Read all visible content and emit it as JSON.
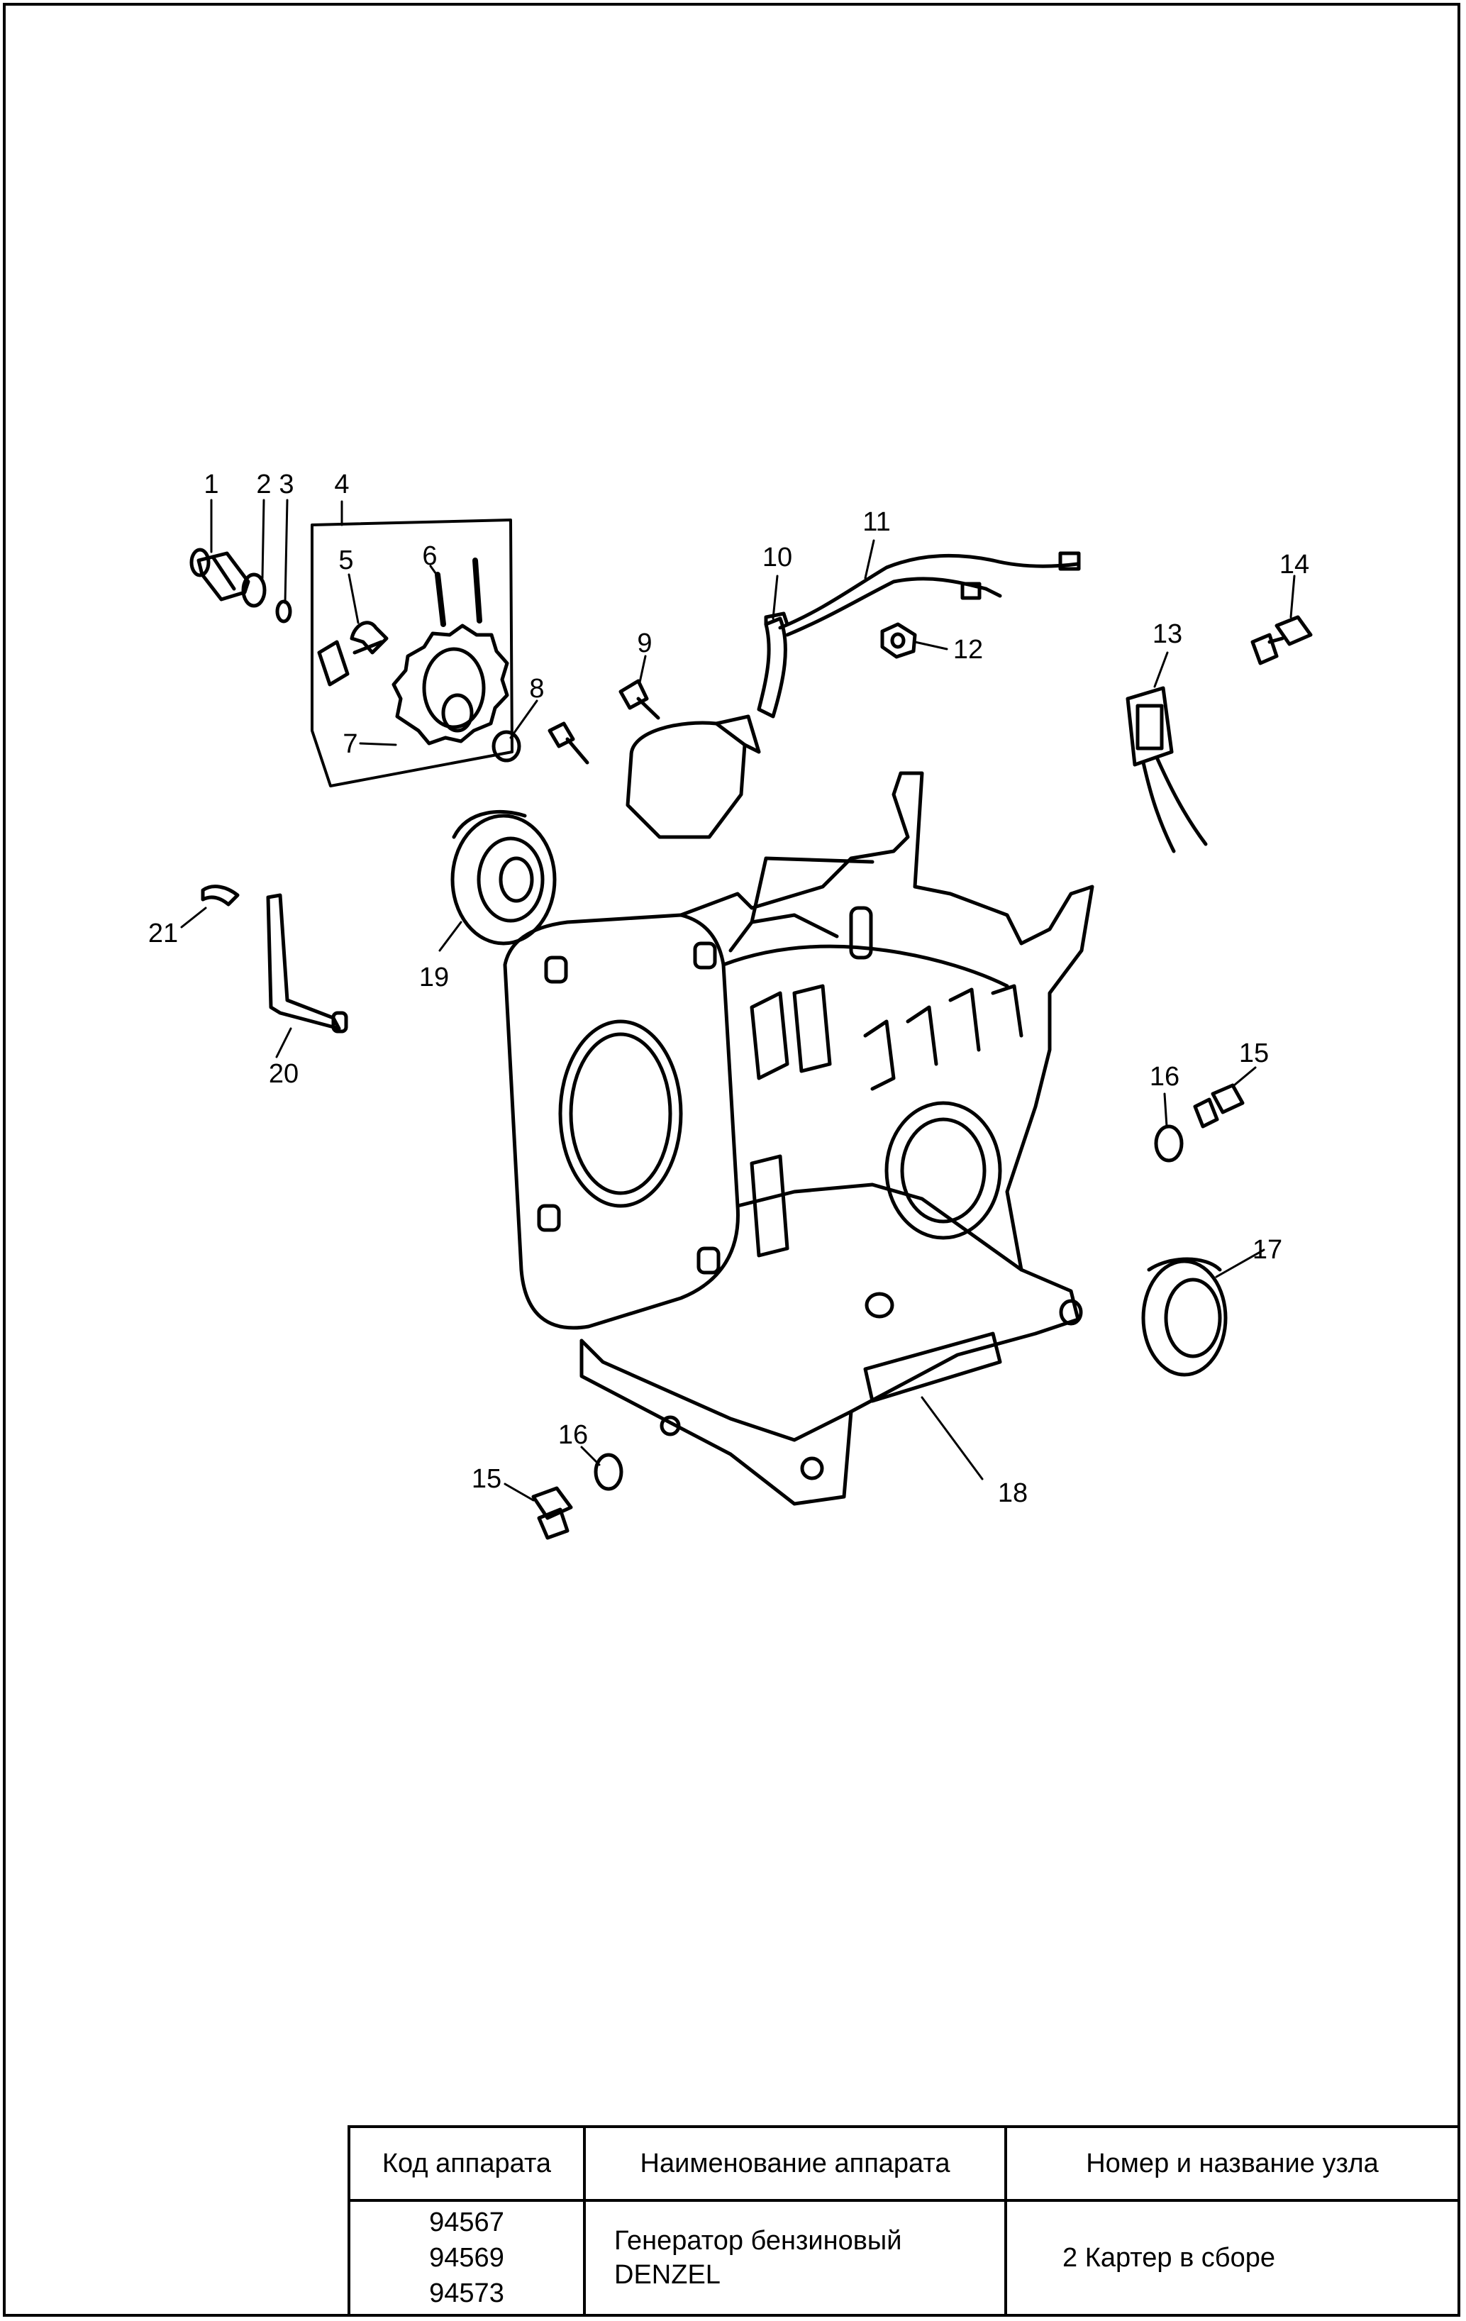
{
  "callouts": [
    "1",
    "2",
    "3",
    "4",
    "5",
    "6",
    "7",
    "8",
    "9",
    "10",
    "11",
    "12",
    "13",
    "14",
    "15",
    "16",
    "17",
    "18",
    "19",
    "20",
    "21",
    "15",
    "16"
  ],
  "table": {
    "headers": {
      "code": "Код аппарата",
      "name": "Наименование аппарата",
      "unit": "Номер и название узла"
    },
    "codes": [
      "94567",
      "94569",
      "94573"
    ],
    "name_lines": [
      "Генератор бензиновый",
      "DENZEL"
    ],
    "unit": "2 Картер в сборе"
  }
}
